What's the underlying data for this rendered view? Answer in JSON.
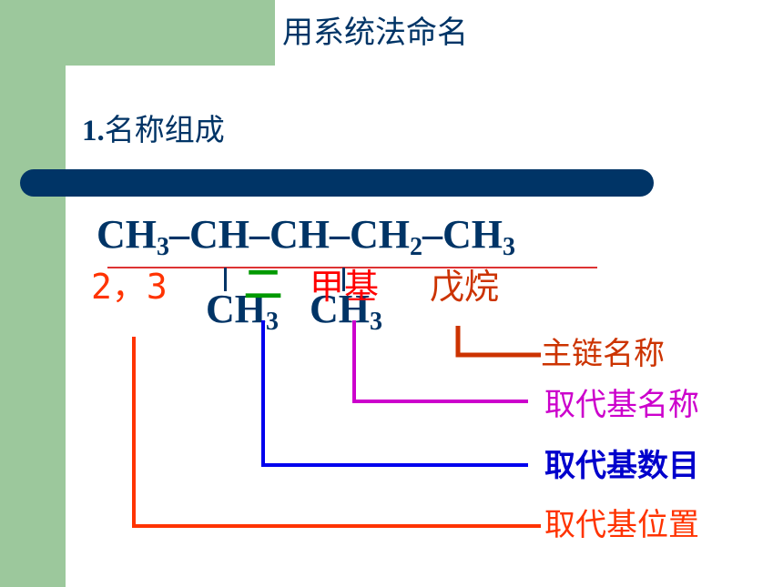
{
  "slide": {
    "title": "用系统法命名",
    "heading_num": "1.",
    "heading_text": "名称组成"
  },
  "formula": {
    "ch3_a": "CH",
    "sub_a": "3",
    "b1": "–CH–CH–",
    "ch2": "CH",
    "sub_b": "2",
    "b2": "–CH",
    "sub_c": "3"
  },
  "branches": [
    {
      "text": "CH",
      "sub": "3"
    },
    {
      "text": "CH",
      "sub": "3"
    }
  ],
  "name_parts": {
    "positions": "2，3",
    "count": "二",
    "substituent": "甲基",
    "main_chain": "戊烷"
  },
  "labels": {
    "main_chain": "主链名称",
    "substituent_name": "取代基名称",
    "substituent_count": "取代基数目",
    "substituent_position": "取代基位置"
  },
  "colors": {
    "navy": "#003466",
    "green_bg": "#9cc89c",
    "main_chain": "#cc3300",
    "substituent_name": "#cc00cc",
    "substituent_count": "#0000cc",
    "substituent_position": "#ff3300"
  }
}
